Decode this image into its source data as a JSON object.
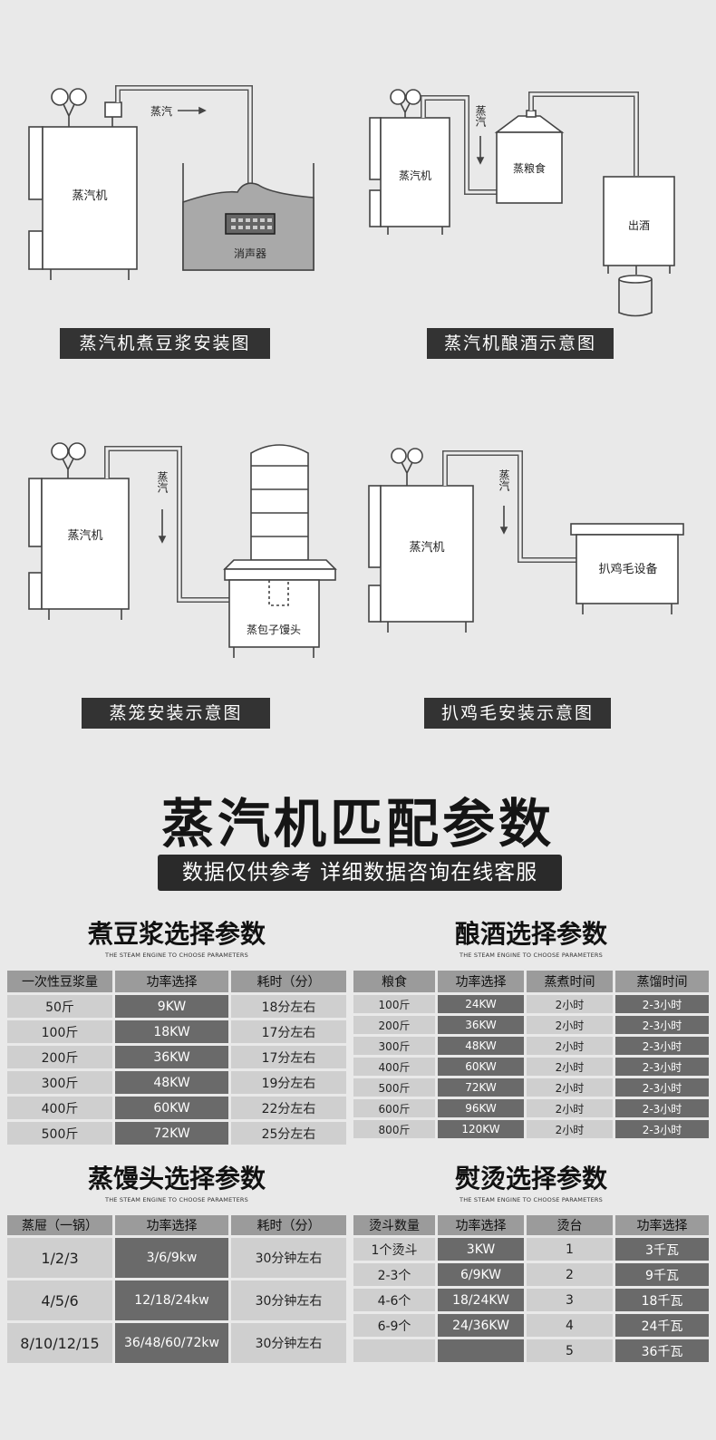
{
  "diagrams": {
    "d1": {
      "machine": "蒸汽机",
      "steam": "蒸汽",
      "muffler": "消声器",
      "caption": "蒸汽机煮豆浆安装图"
    },
    "d2": {
      "machine": "蒸汽机",
      "steam": "蒸汽",
      "grain": "蒸粮食",
      "outlet": "出酒",
      "caption": "蒸汽机酿酒示意图"
    },
    "d3": {
      "machine": "蒸汽机",
      "steam": "蒸汽",
      "steamer": "蒸包子馒头",
      "caption": "蒸笼安装示意图"
    },
    "d4": {
      "machine": "蒸汽机",
      "steam": "蒸汽",
      "device": "扒鸡毛设备",
      "caption": "扒鸡毛安装示意图"
    }
  },
  "params": {
    "title": "蒸汽机匹配参数",
    "subtitle": "数据仅供参考 详细数据咨询在线客服"
  },
  "tables": {
    "soy": {
      "title": "煮豆浆选择参数",
      "subtitle": "THE STEAM ENGINE TO CHOOSE PARAMETERS",
      "headers": [
        "一次性豆浆量",
        "功率选择",
        "耗时（分）"
      ],
      "rows": [
        [
          "50斤",
          "9KW",
          "18分左右"
        ],
        [
          "100斤",
          "18KW",
          "17分左右"
        ],
        [
          "200斤",
          "36KW",
          "17分左右"
        ],
        [
          "300斤",
          "48KW",
          "19分左右"
        ],
        [
          "400斤",
          "60KW",
          "22分左右"
        ],
        [
          "500斤",
          "72KW",
          "25分左右"
        ]
      ]
    },
    "wine": {
      "title": "酿酒选择参数",
      "subtitle": "THE STEAM ENGINE TO CHOOSE PARAMETERS",
      "headers": [
        "粮食",
        "功率选择",
        "蒸煮时间",
        "蒸馏时间"
      ],
      "rows": [
        [
          "100斤",
          "24KW",
          "2小时",
          "2-3小时"
        ],
        [
          "200斤",
          "36KW",
          "2小时",
          "2-3小时"
        ],
        [
          "300斤",
          "48KW",
          "2小时",
          "2-3小时"
        ],
        [
          "400斤",
          "60KW",
          "2小时",
          "2-3小时"
        ],
        [
          "500斤",
          "72KW",
          "2小时",
          "2-3小时"
        ],
        [
          "600斤",
          "96KW",
          "2小时",
          "2-3小时"
        ],
        [
          "800斤",
          "120KW",
          "2小时",
          "2-3小时"
        ]
      ]
    },
    "bun": {
      "title": "蒸馒头选择参数",
      "subtitle": "THE STEAM ENGINE TO CHOOSE PARAMETERS",
      "headers": [
        "蒸屉（一锅）",
        "功率选择",
        "耗时（分）"
      ],
      "rows": [
        [
          "1/2/3",
          "3/6/9kw",
          "30分钟左右"
        ],
        [
          "4/5/6",
          "12/18/24kw",
          "30分钟左右"
        ],
        [
          "8/10/12/15",
          "36/48/60/72kw",
          "30分钟左右"
        ]
      ]
    },
    "iron": {
      "title": "熨烫选择参数",
      "subtitle": "THE STEAM ENGINE TO CHOOSE PARAMETERS",
      "headers": [
        "烫斗数量",
        "功率选择",
        "烫台",
        "功率选择"
      ],
      "rows": [
        [
          "1个烫斗",
          "3KW",
          "1",
          "3千瓦"
        ],
        [
          "2-3个",
          "6/9KW",
          "2",
          "9千瓦"
        ],
        [
          "4-6个",
          "18/24KW",
          "3",
          "18千瓦"
        ],
        [
          "6-9个",
          "24/36KW",
          "4",
          "24千瓦"
        ],
        [
          "",
          "",
          "5",
          "36千瓦"
        ]
      ]
    }
  }
}
